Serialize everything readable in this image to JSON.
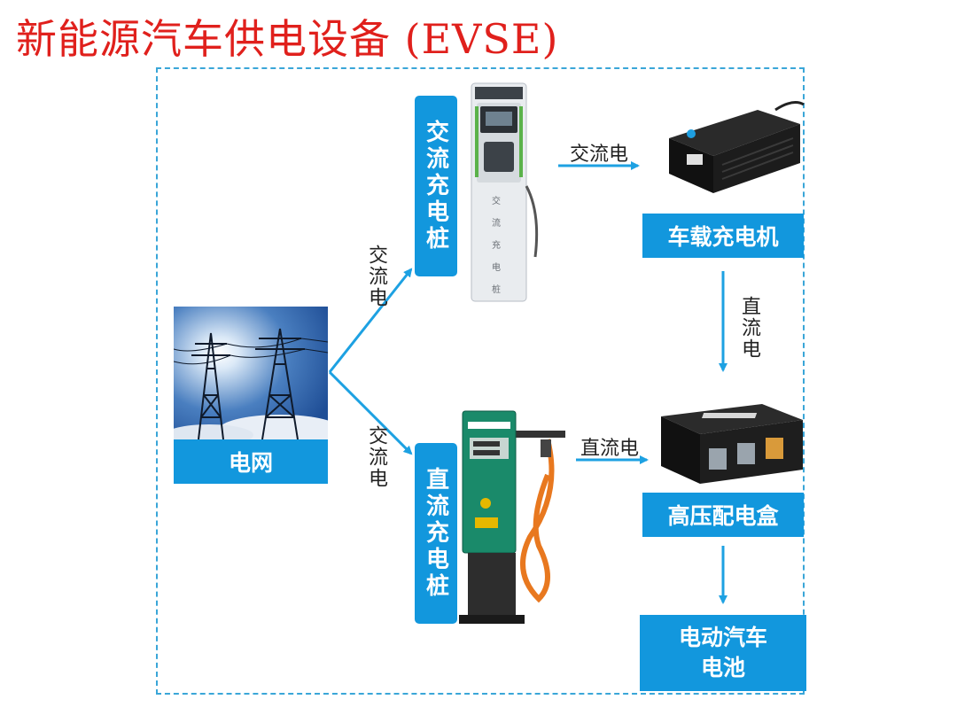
{
  "title": "新能源汽车供电设备 (EVSE)",
  "nodes": {
    "grid": "电网",
    "ac_pile": "交流充电桩",
    "dc_pile": "直流充电桩",
    "onboard_charger": "车载充电机",
    "hv_box": "高压配电盒",
    "battery_line1": "电动汽车",
    "battery_line2": "电池"
  },
  "edges": {
    "grid_to_ac": "交流电",
    "grid_to_dc": "交流电",
    "ac_to_charger": "交流电",
    "charger_to_box": "直流电",
    "dc_to_box": "直流电"
  },
  "colors": {
    "title": "#e0201c",
    "box": "#1297dd",
    "arrow": "#1da1e2",
    "frame": "#3aa6d8"
  }
}
